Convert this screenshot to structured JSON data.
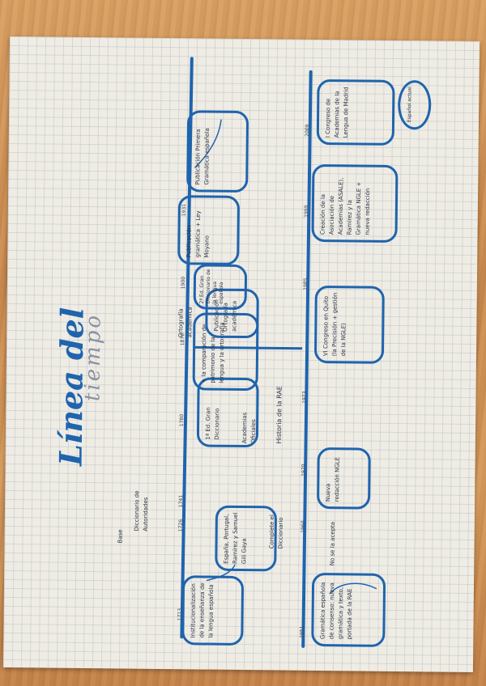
{
  "title": "Línea del",
  "subtitle": "tiempo",
  "colors": {
    "ink_blue": "#1f64ad",
    "ink_dark": "#2a3344",
    "paper": "#efece4",
    "wood": "#cf9458"
  },
  "top_row": {
    "labels": [
      "Base",
      "Diccionario de Autoridades",
      "Complete el Diccionario",
      "Academias Oficiales",
      "Ortografía académica"
    ],
    "dates": [
      "1713",
      "1726",
      "1741",
      "1780",
      "1870",
      "1900",
      "1931"
    ],
    "boxes": [
      "Publicación Primera Gramática española",
      "Publicación Ortografía académica",
      "Publicación gramática + Ley Moyano",
      "1ª Ed. Gran Diccionario",
      "+ la comparación de patrimonio de la lengua y la ortografía",
      "2ª Ed. Gran Diccionario de la lengua española",
      "Institucionalización de la enseñanza de la lengua española"
    ],
    "notes": [
      "España, Portugal, Ramírez y Samuel Gili Gaya"
    ]
  },
  "bottom_row": {
    "labels": [
      "Historia de la RAE"
    ],
    "dates": [
      "1951",
      "1960",
      "1970",
      "1973",
      "1985",
      "1999",
      "2009"
    ],
    "boxes": [
      "I Congreso de Academias de la Lengua de Madrid",
      "Creación de la Asociación de Academias (ASALE), Ramírez y la Gramática NGLE + nueva redacción",
      "VI Congreso en Quito (la Precisión + gestión de la NGLE)",
      "Nueva redacción NGLE",
      "Gramática española de consenso: nueva gramática y texto, portada de la RAE"
    ],
    "notes": [
      "Español actual",
      "No se la acepta"
    ]
  }
}
